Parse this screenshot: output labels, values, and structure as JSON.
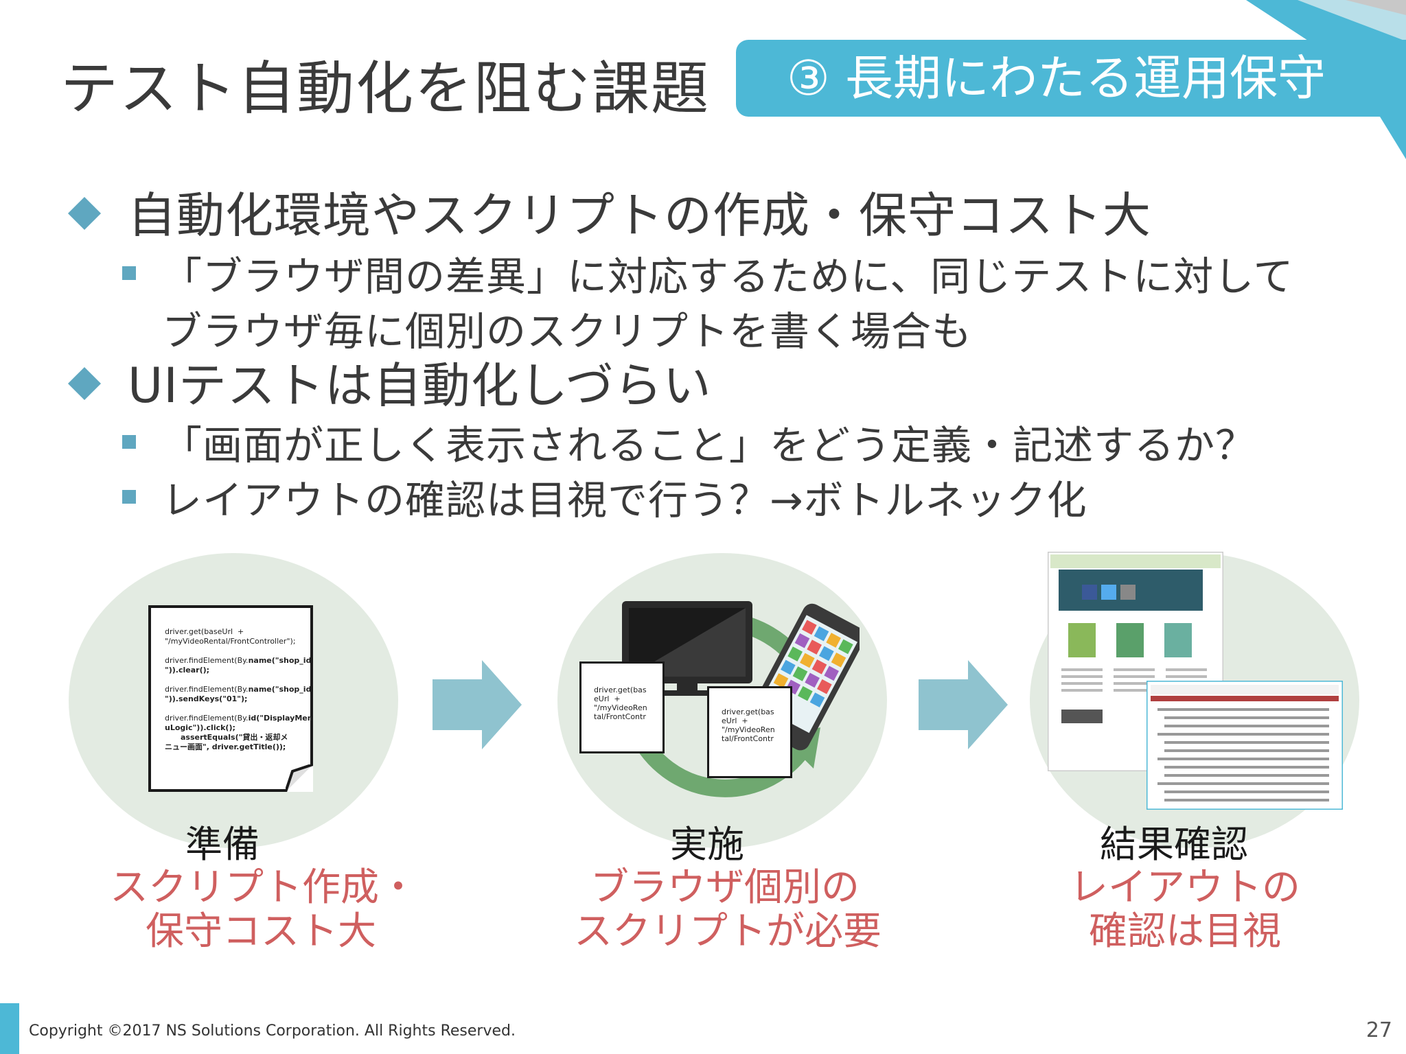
{
  "title": "テスト自動化を阻む課題",
  "tag": "③ 長期にわたる運用保守",
  "bullets": [
    {
      "text": "自動化環境やスクリプトの作成・保守コスト大",
      "sub": [
        {
          "line1": "「ブラウザ間の差異」に対応するために、同じテストに対して",
          "line2": "ブラウザ毎に個別のスクリプトを書く場合も"
        }
      ]
    },
    {
      "text": "UIテストは自動化しづらい",
      "sub": [
        {
          "line1": "「画面が正しく表示されること」をどう定義・記述するか？"
        },
        {
          "line1": "レイアウトの確認は目視で行う？→ボトルネック化"
        }
      ]
    }
  ],
  "code": {
    "l1": "driver.get(baseUrl  +",
    "l2": "\"/myVideoRental/FrontController\");",
    "l3a": "driver.findElement(By.",
    "l3b": "name(\"shop_id",
    "l4": "\")).clear();",
    "l5a": "driver.findElement(By.",
    "l5b": "name(\"shop_id",
    "l6": "\")).sendKeys(\"01\");",
    "l7a": "driver.findElement(By.",
    "l7b": "id(\"DisplayMen",
    "l8": "uLogic\")).click();",
    "l9": "      assertEquals(\"貸出・返却メ",
    "l10": "ニュー画面\", driver.getTitle());"
  },
  "mini_code": {
    "l1": "driver.get(bas",
    "l2": "eUrl  +",
    "l3": "\"/myVideoRen",
    "l4": "tal/FrontContr"
  },
  "stages": [
    {
      "name": "準備",
      "note1": "スクリプト作成・",
      "note2": "保守コスト大"
    },
    {
      "name": "実施",
      "note1": "ブラウザ個別の",
      "note2": "スクリプトが必要"
    },
    {
      "name": "結果確認",
      "note1": "レイアウトの",
      "note2": "確認は目視"
    }
  ],
  "footer": {
    "copyright": "Copyright ©2017 NS Solutions Corporation. All Rights Reserved.",
    "page": "27"
  },
  "colors": {
    "accent": "#4db8d6",
    "bullet": "#5fa7c0",
    "note": "#cf5f5f",
    "circle": "#e3ebe2",
    "arrow": "#8fc3cf"
  }
}
